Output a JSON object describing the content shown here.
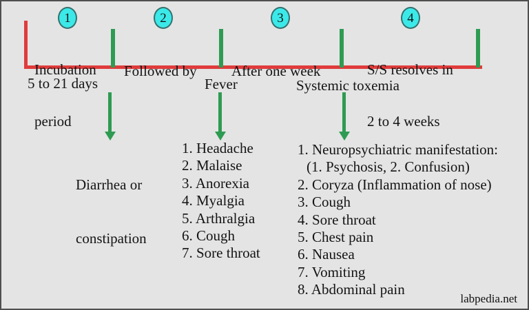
{
  "colors": {
    "background": "#e4e4e4",
    "frame_border": "#4f4f4f",
    "timeline_red": "#e03b3b",
    "green_accent": "#2e9b52",
    "stage_circle_fill": "#3ce9e9",
    "text": "#141414"
  },
  "timeline": {
    "stages": [
      {
        "num": "1",
        "line1": "Incubation",
        "line2": "period"
      },
      {
        "num": "2",
        "line1": "Followed by",
        "line2": ""
      },
      {
        "num": "3",
        "line1": "After one week",
        "line2": ""
      },
      {
        "num": "4",
        "line1": "S/S resolves in",
        "line2": "2 to 4 weeks"
      }
    ]
  },
  "phases": {
    "incubation": {
      "label": "5 to 21 days",
      "result_line1": "Diarrhea or",
      "result_line2": "constipation"
    },
    "fever": {
      "label": "Fever",
      "symptoms": [
        "1. Headache",
        "2. Malaise",
        "3. Anorexia",
        "4. Myalgia",
        "5. Arthralgia",
        "6. Cough",
        "7. Sore throat"
      ]
    },
    "toxemia": {
      "label": "Systemic toxemia",
      "symptoms": [
        "1. Neuropsychiatric manifestation:",
        "(1. Psychosis, 2. Confusion)",
        "2. Coryza (Inflammation of nose)",
        "3. Cough",
        "4. Sore throat",
        "5. Chest pain",
        "6. Nausea",
        "7. Vomiting",
        "8. Abdominal pain"
      ]
    }
  },
  "watermark": "labpedia.net"
}
